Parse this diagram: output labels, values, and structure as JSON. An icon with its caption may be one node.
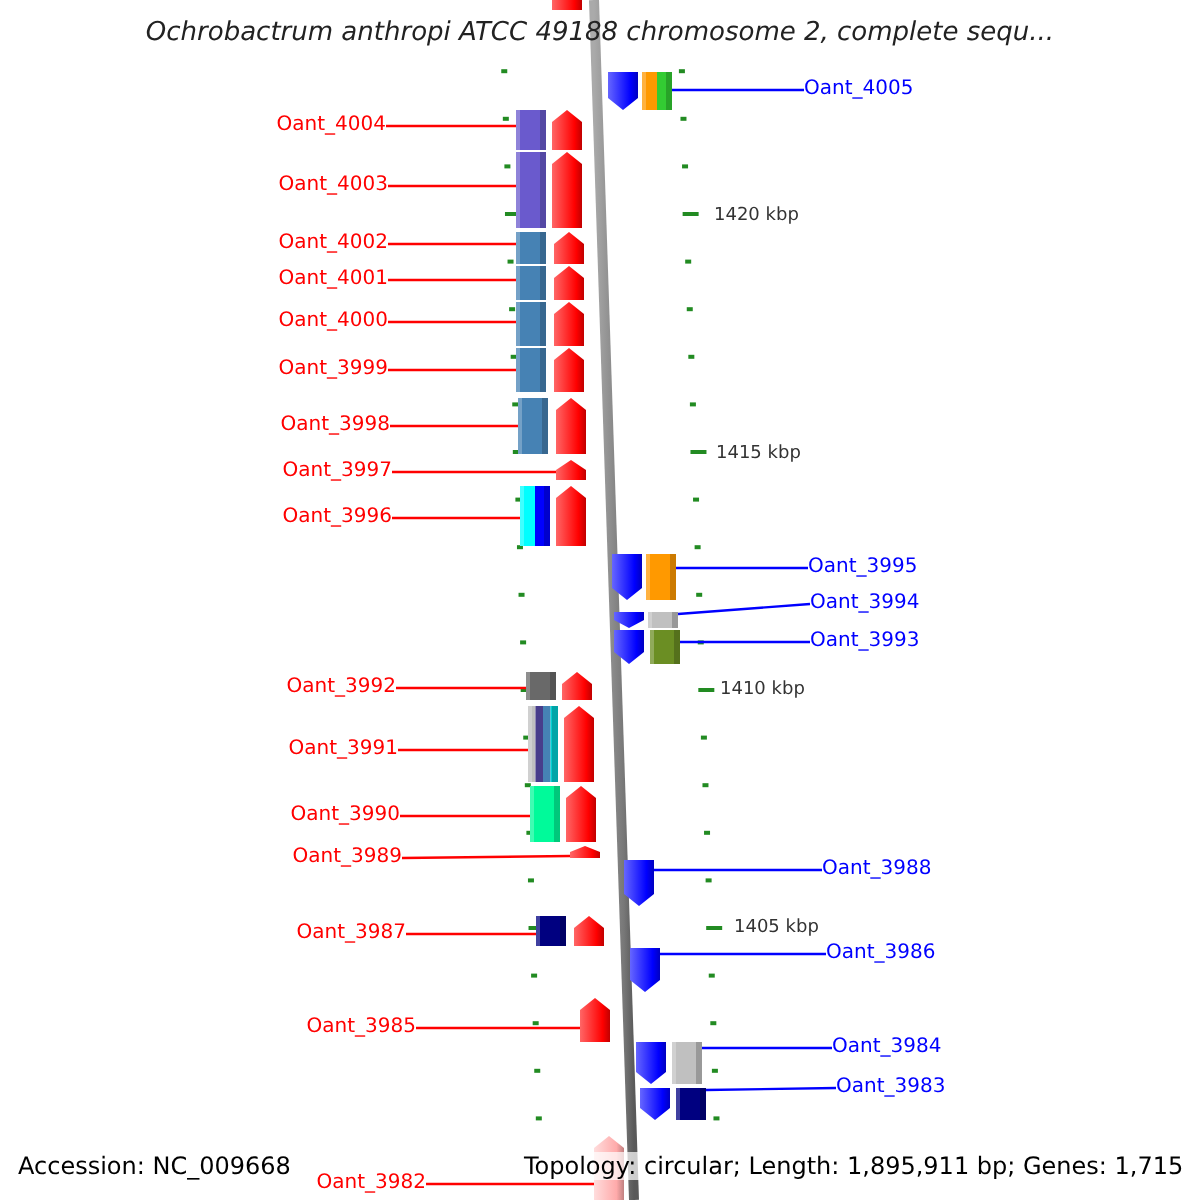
{
  "diagram": {
    "title": "Ochrobactrum anthropi ATCC 49188 chromosome 2, complete sequ...",
    "nodes": [
      {
        "text": [
          "Oant_4005"
        ]
      },
      {
        "text": [],
        "shape": "arrow"
      },
      {
        "text": [
          "Oant_4004"
        ]
      },
      {
        "text": [],
        "shape": "arrow"
      },
      {
        "text": [
          "Oant_4003"
        ]
      },
      {
        "text": [],
        "shape": "arrow"
      },
      {
        "text": [
          "Oant_4002"
        ]
      },
      {
        "text": [],
        "shape": "arrow"
      },
      {
        "text": [
          "Oant_4001"
        ]
      },
      {
        "text": [],
        "shape": "arrow"
      },
      {
        "text": [
          "Oant_4000"
        ]
      },
      {
        "text": [],
        "shape": "arrow"
      },
      {
        "text": [
          "Oant_3999"
        ]
      },
      {
        "text": [],
        "shape": "arrow"
      },
      {
        "text": [
          "Oant_3998"
        ]
      },
      {
        "text": [],
        "shape": "arrow"
      },
      {
        "text": [
          "Oant_3997"
        ]
      },
      {
        "text": [],
        "shape": "arrow"
      },
      {
        "text": [
          "Oant_3996"
        ]
      },
      {
        "text": [],
        "shape": "arrow"
      },
      {
        "text": [
          "Oant_3995"
        ]
      },
      {
        "text": [],
        "shape": "arrow"
      },
      {
        "text": [
          "Oant_3994"
        ]
      },
      {
        "text": [],
        "shape": "arrow"
      },
      {
        "text": [
          "Oant_3993"
        ]
      },
      {
        "text": [],
        "shape": "arrow"
      },
      {
        "text": [
          "Oant_3992"
        ]
      },
      {
        "text": [],
        "shape": "arrow"
      },
      {
        "text": [
          "Oant_3991"
        ]
      },
      {
        "text": [],
        "shape": "arrow"
      },
      {
        "text": [
          "Oant_3990"
        ]
      },
      {
        "text": [],
        "shape": "arrow"
      },
      {
        "text": [
          "Oant_3989"
        ]
      },
      {
        "text": [],
        "shape": "arrow"
      },
      {
        "text": [
          "Oant_3988"
        ]
      },
      {
        "text": [],
        "shape": "arrow"
      },
      {
        "text": [
          "Oant_3987"
        ]
      },
      {
        "text": [],
        "shape": "arrow"
      },
      {
        "text": [
          "Oant_3986"
        ]
      },
      {
        "text": [],
        "shape": "arrow"
      },
      {
        "text": [
          "Oant_3985"
        ]
      },
      {
        "text": [],
        "shape": "arrow"
      },
      {
        "text": [
          "Oant_3984"
        ]
      },
      {
        "text": [],
        "shape": "arrow"
      },
      {
        "text": [
          "Oant_3983"
        ]
      },
      {
        "text": [],
        "shape": "arrow"
      },
      {
        "text": [
          "Oant_3982"
        ]
      },
      {
        "text": [],
        "shape": "arrow"
      }
    ],
    "edges": [
      {
        "from": 0,
        "to": 1,
        "arrow": "none",
        "color": "#0000ff"
      },
      {
        "from": 2,
        "to": 3,
        "arrow": "none"
      },
      {
        "from": 4,
        "to": 5,
        "arrow": "none"
      },
      {
        "from": 6,
        "to": 7,
        "arrow": "none"
      },
      {
        "from": 8,
        "to": 9,
        "arrow": "none"
      },
      {
        "from": 10,
        "to": 11,
        "arrow": "none"
      },
      {
        "from": 12,
        "to": 13,
        "arrow": "none"
      },
      {
        "from": 14,
        "to": 15,
        "arrow": "none"
      },
      {
        "from": 16,
        "to": 17,
        "arrow": "none"
      },
      {
        "from": 18,
        "to": 19,
        "arrow": "none"
      },
      {
        "from": 20,
        "to": 21,
        "arrow": "none",
        "color": "#0000ff"
      },
      {
        "from": 22,
        "to": 23,
        "arrow": "none",
        "color": "#0000ff"
      },
      {
        "from": 24,
        "to": 25,
        "arrow": "none",
        "color": "#0000ff"
      },
      {
        "from": 26,
        "to": 27,
        "arrow": "none"
      },
      {
        "from": 28,
        "to": 29,
        "arrow": "none"
      },
      {
        "from": 30,
        "to": 31,
        "arrow": "none"
      },
      {
        "from": 32,
        "to": 33,
        "arrow": "none"
      },
      {
        "from": 34,
        "to": 35,
        "arrow": "none",
        "color": "#0000ff"
      },
      {
        "from": 36,
        "to": 37,
        "arrow": "none"
      },
      {
        "from": 38,
        "to": 39,
        "arrow": "none",
        "color": "#0000ff"
      },
      {
        "from": 40,
        "to": 41,
        "arrow": "none"
      },
      {
        "from": 42,
        "to": 43,
        "arrow": "none",
        "color": "#0000ff"
      },
      {
        "from": 44,
        "to": 45,
        "arrow": "none",
        "color": "#0000ff"
      },
      {
        "from": 46,
        "to": 47,
        "arrow": "none"
      }
    ],
    "labels": [
      "1420 kbp",
      "1415 kbp",
      "1410 kbp",
      "1405 kbp",
      "Accession: NC_009668",
      "Topology: circular; Length: 1,895,911 bp; Genes: 1,715"
    ]
  }
}
